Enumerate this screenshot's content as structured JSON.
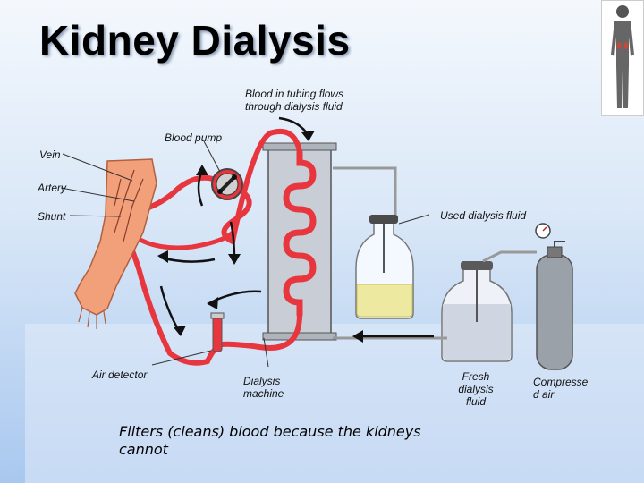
{
  "title": "Kidney Dialysis",
  "labels": {
    "tubing": "Blood in tubing flows through dialysis fluid",
    "pump": "Blood pump",
    "vein": "Vein",
    "artery": "Artery",
    "shunt": "Shunt",
    "used_fluid": "Used dialysis fluid",
    "air_detector": "Air detector",
    "machine": "Dialysis machine",
    "fresh_fluid": "Fresh dialysis fluid",
    "compressed_air": "Compresse d air"
  },
  "caption": "Filters (cleans) blood because the kidneys cannot",
  "colors": {
    "blood": "#e8363f",
    "tank": "#c9ced6",
    "bottle_fluid": "#ede9a0",
    "cylinder": "#9aa1a8"
  }
}
